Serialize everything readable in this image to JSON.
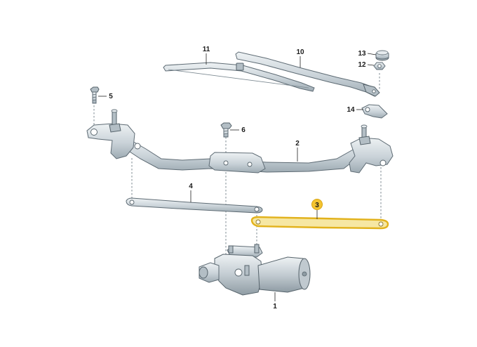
{
  "diagram": {
    "highlight_color": "#f4c430",
    "parts": [
      {
        "id": "p1",
        "label": "1"
      },
      {
        "id": "p2",
        "label": "2"
      },
      {
        "id": "p3",
        "label": "3",
        "highlighted": true
      },
      {
        "id": "p4",
        "label": "4"
      },
      {
        "id": "p5",
        "label": "5"
      },
      {
        "id": "p6",
        "label": "6"
      },
      {
        "id": "p10",
        "label": "10"
      },
      {
        "id": "p11",
        "label": "11"
      },
      {
        "id": "p12",
        "label": "12"
      },
      {
        "id": "p13",
        "label": "13"
      },
      {
        "id": "p14",
        "label": "14"
      }
    ]
  }
}
